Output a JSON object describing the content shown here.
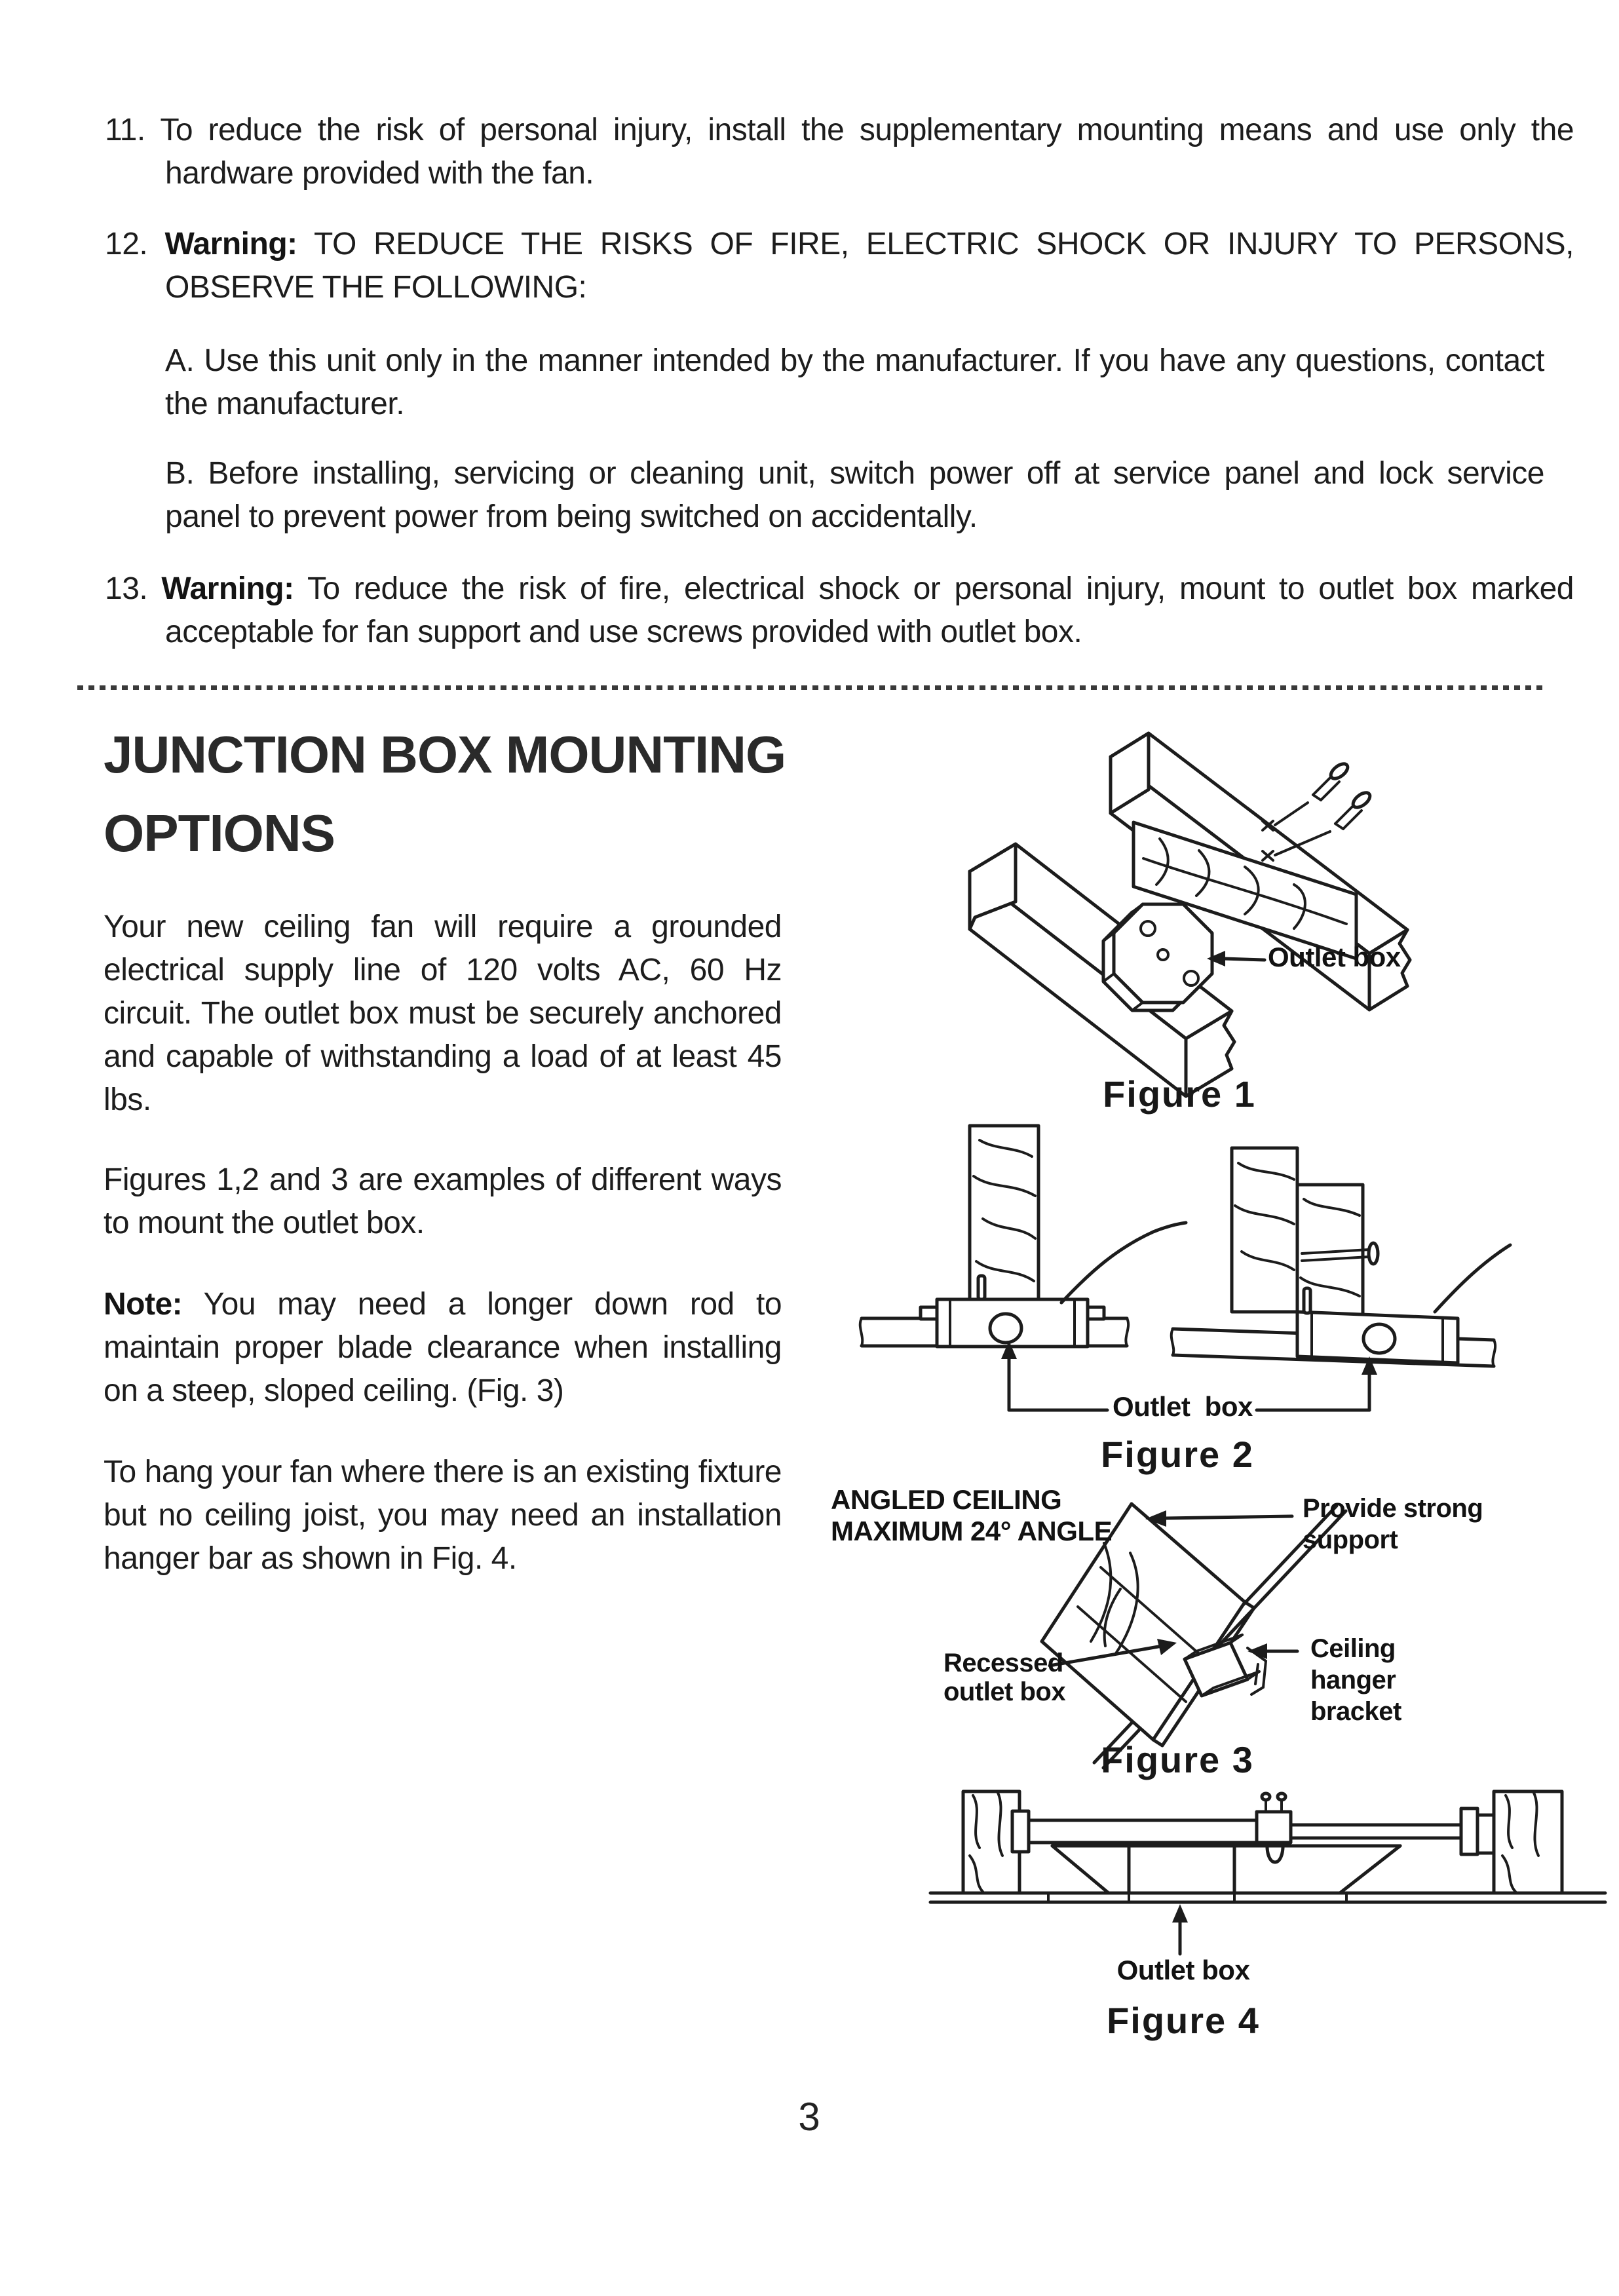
{
  "page": {
    "number": "3"
  },
  "safety_list": {
    "item11": {
      "number": "11.",
      "text": "To reduce the risk of personal injury, install the supplementary mounting means and use only the hardware provided with the fan."
    },
    "item12": {
      "number": "12.",
      "bold_label": "Warning:",
      "text": "TO REDUCE THE RISKS OF FIRE, ELECTRIC SHOCK OR INJURY TO PERSONS, OBSERVE THE FOLLOWING:"
    },
    "sub_a": "A. Use this unit only in the manner intended by the manufacturer.  If you have any  questions, contact the manufacturer.",
    "sub_b": "B. Before installing, servicing or cleaning unit, switch power off at service panel and lock service panel to prevent power from being switched on accidentally.",
    "item13": {
      "number": "13.",
      "bold_label": "Warning:",
      "text": "To reduce the risk of fire, electrical shock or personal injury, mount to outlet box marked acceptable for fan support and use screws provided with outlet box."
    }
  },
  "section": {
    "heading_line1": "JUNCTION BOX MOUNTING",
    "heading_line2": "OPTIONS",
    "para1": "Your new ceiling fan will require a grounded electrical supply line of 120 volts AC, 60 Hz circuit. The outlet box must be securely anchored and capable of withstanding a load of at least 45 lbs.",
    "para2": "Figures 1,2 and 3 are examples of different ways to mount the outlet box.",
    "para3_bold": "Note:",
    "para3_text": "You may need a longer down rod to maintain proper blade clearance when installing on a steep, sloped ceiling. (Fig. 3)",
    "para4": "To hang your fan where there is an existing fixture but no ceiling joist, you may need an installation hanger bar as shown in Fig. 4."
  },
  "figures": {
    "fig1": {
      "caption": "Figure 1",
      "outlet_label": "Outlet box"
    },
    "fig2": {
      "caption": "Figure 2",
      "outlet_label": "Outlet  box"
    },
    "fig3": {
      "caption": "Figure 3",
      "angled_line1": "ANGLED CEILING",
      "angled_line2": "MAXIMUM 24° ANGLE",
      "support_line1": "Provide strong",
      "support_line2": "support",
      "recessed_line1": "Recessed",
      "recessed_line2": "outlet box",
      "bracket_line1": "Ceiling",
      "bracket_line2": "hanger",
      "bracket_line3": "bracket"
    },
    "fig4": {
      "caption": "Figure 4",
      "outlet_label": "Outlet box"
    }
  }
}
